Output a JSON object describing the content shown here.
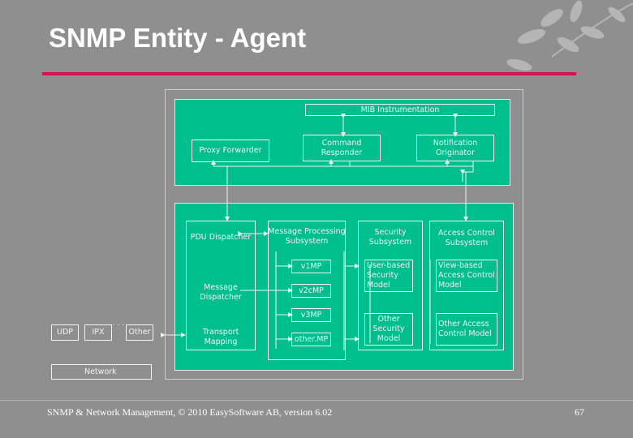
{
  "title": "SNMP Entity - Agent",
  "diagram": {
    "mib_instrumentation": "MIB Instrumentation",
    "proxy_forwarder": "Proxy Forwarder",
    "command_responder": "Command Responder",
    "notification_originator": "Notification Originator",
    "pdu_dispatcher": "PDU Dispatcher",
    "message_dispatcher": "Message Dispatcher",
    "transport_mapping": "Transport Mapping",
    "message_processing_subsystem": "Message Processing Subsystem",
    "v1mp": "v1MP",
    "v2cmp": "v2cMP",
    "v3mp": "v3MP",
    "othermp": "other.MP",
    "security_subsystem": "Security Subsystem",
    "user_based_security_model": "User-based Security Model",
    "other_security_model": "Other Security Model",
    "access_control_subsystem": "Access Control Subsystem",
    "view_based_access_control_model": "View-based Access Control Model",
    "other_access_control_model": "Other Access Control Model",
    "udp": "UDP",
    "ipx": "IPX",
    "ellipsis": "· · ·",
    "other": "Other",
    "network": "Network"
  },
  "footer": "SNMP & Network Management, © 2010 EasySoftware AB, version 6.02",
  "page_number": "67",
  "colors": {
    "background": "#8f8f8f",
    "green": "#00bf8f",
    "accent_line": "#d2134f"
  }
}
